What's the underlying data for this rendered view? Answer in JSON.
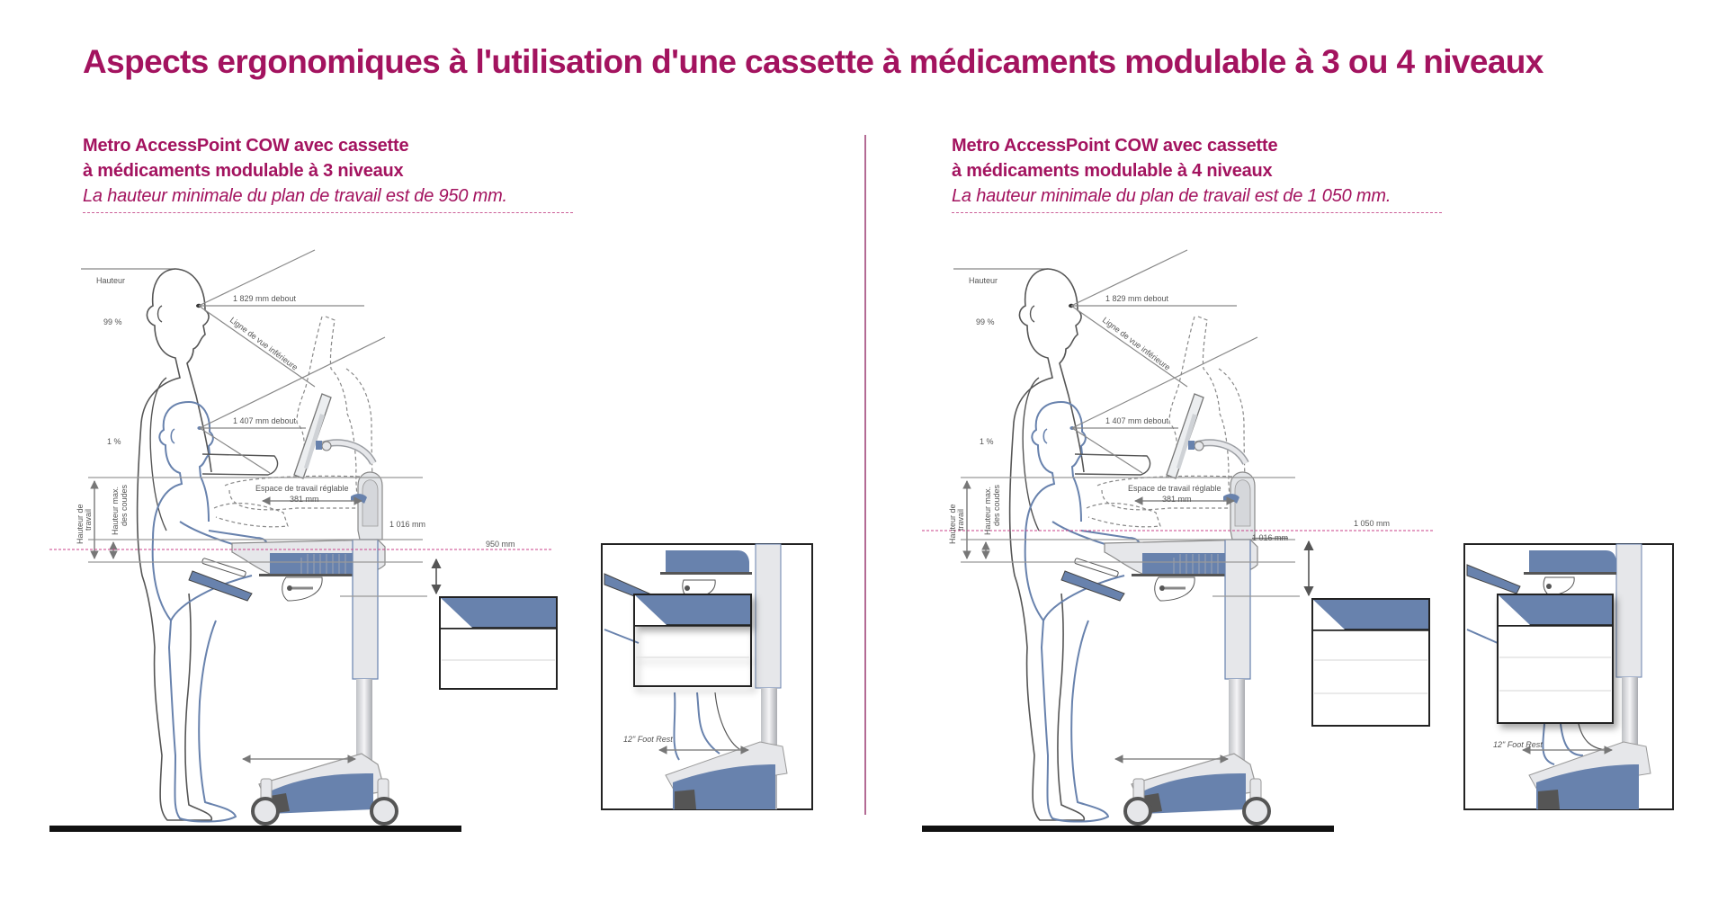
{
  "header": {
    "title": "Aspects ergonomiques à l'utilisation d'une cassette à médicaments modulable à 3 ou 4 niveaux"
  },
  "colors": {
    "accent": "#a3135f",
    "figure_blue": "#6882ad",
    "cart_gray": "#e6e7ea",
    "line_gray": "#8a8a8a"
  },
  "panels": [
    {
      "subtitle_line1": "Metro AccessPoint COW avec cassette",
      "subtitle_line2": "à médicaments modulable à 3 niveaux",
      "subtitle_line3": "La hauteur minimale du plan de travail est de 950 mm.",
      "labels": {
        "height": "Hauteur",
        "pct99": "99 %",
        "pct1": "1 %",
        "standing_tall": "1 829 mm debout",
        "standing_short": "1 407 mm debout",
        "sightline": "Ligne de vue inférieure",
        "workspace": "Espace de travail réglable",
        "workspace_mm": "381 mm",
        "work_height": "Hauteur de",
        "work_height2": "travail",
        "elbow_height": "Hauteur max.",
        "elbow_height2": "des coudes",
        "dim_1016": "1 016 mm",
        "min_height": "950 mm",
        "footrest": "12\" Foot Rest"
      },
      "cassette_levels": 3
    },
    {
      "subtitle_line1": "Metro AccessPoint COW avec cassette",
      "subtitle_line2": "à médicaments modulable à 4 niveaux",
      "subtitle_line3": "La hauteur minimale du plan de travail est de 1 050 mm.",
      "labels": {
        "height": "Hauteur",
        "pct99": "99 %",
        "pct1": "1 %",
        "standing_tall": "1 829 mm debout",
        "standing_short": "1 407 mm debout",
        "sightline": "Ligne de vue inférieure",
        "workspace": "Espace de travail réglable",
        "workspace_mm": "381 mm",
        "work_height": "Hauteur de",
        "work_height2": "travail",
        "elbow_height": "Hauteur max.",
        "elbow_height2": "des coudes",
        "dim_1016": "1 016 mm",
        "min_height": "1 050 mm",
        "footrest": "12\" Foot Rest"
      },
      "cassette_levels": 4
    }
  ]
}
